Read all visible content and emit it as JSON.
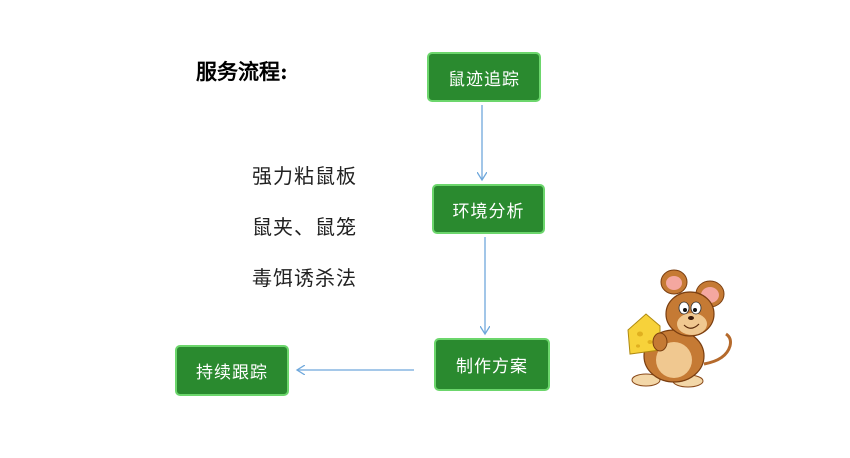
{
  "title": "服务流程:",
  "methods": [
    "强力粘鼠板",
    "鼠夹、鼠笼",
    "毒饵诱杀法"
  ],
  "steps": {
    "track_signs": "鼠迹追踪",
    "env_analysis": "环境分析",
    "make_plan": "制作方案",
    "ongoing_tracking": "持续跟踪"
  },
  "colors": {
    "box_fill": "#2a8a2f",
    "box_border": "#6cd66c",
    "arrow": "#6fa8dc"
  },
  "illustration": "cartoon-mouse-with-cheese"
}
